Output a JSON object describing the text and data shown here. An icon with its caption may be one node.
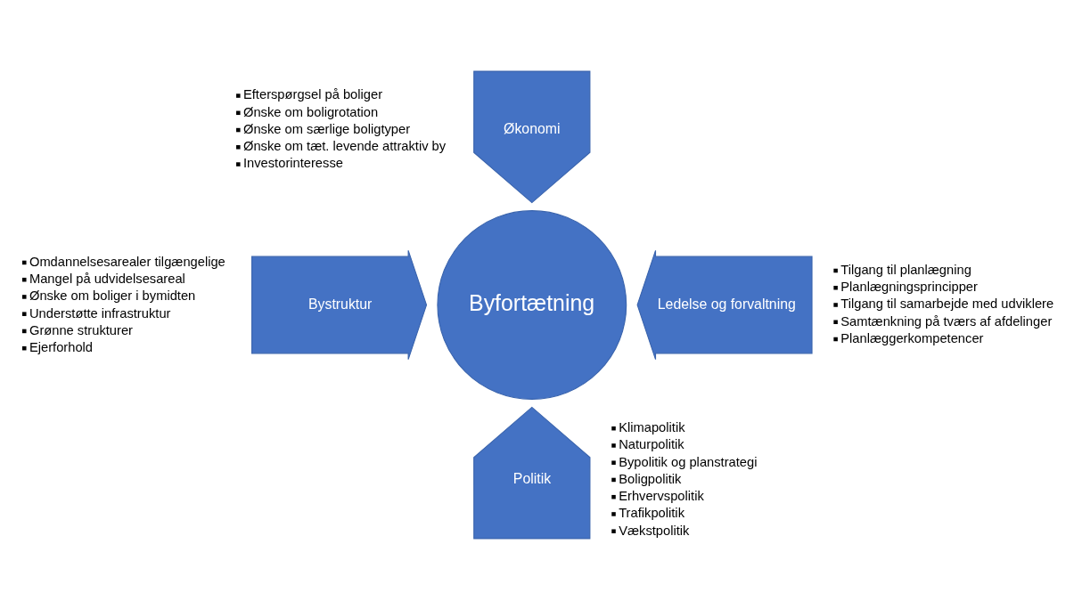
{
  "diagram": {
    "nodes": [
      {
        "text": [
          "Økonomi"
        ],
        "beside": [
          "Efterspørgsel på boliger",
          "Ønske om boligrotation",
          "Ønske om særlige boligtyper",
          "Ønske om tæt. levende attraktiv by",
          "Investorinteresse"
        ]
      },
      {
        "text": [
          "Bystruktur"
        ],
        "beside": [
          "Omdannelsesarealer tilgængelige",
          "Mangel på udvidelsesareal",
          "Ønske om boliger i bymidten",
          "Understøtte infrastruktur",
          "Grønne strukturer",
          "Ejerforhold"
        ]
      },
      {
        "text": [
          "Byfortætning"
        ]
      },
      {
        "text": [
          "Ledelse og forvaltning"
        ],
        "beside": [
          "Tilgang til planlægning",
          "Planlægningsprincipper",
          "Tilgang til samarbejde med udviklere",
          "Samtænkning på tværs af afdelinger",
          "Planlæggerkompetencer"
        ]
      },
      {
        "text": [
          "Politik"
        ],
        "beside": [
          "Klimapolitik",
          "Naturpolitik",
          "Bypolitik og planstrategi",
          "Boligpolitik",
          "Erhvervspolitik",
          "Trafikpolitik",
          "Vækstpolitik"
        ]
      }
    ]
  }
}
